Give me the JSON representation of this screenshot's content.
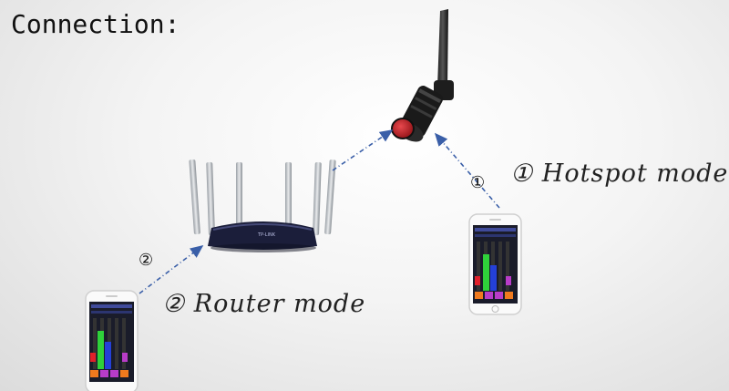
{
  "title": "Connection:",
  "modes": {
    "hotspot": {
      "marker": "①",
      "label": "① Hotspot mode"
    },
    "router": {
      "marker": "②",
      "label": "② Router mode"
    }
  },
  "router_brand": "TP-LINK",
  "colors": {
    "arrow": "#3a5fa8",
    "antenna_cap": "#c0181d",
    "router_body": "#1b1e3a",
    "fader_green": "#2fd13a",
    "fader_blue": "#2440d8",
    "fader_red": "#e0202a",
    "fader_magenta": "#b83cc8",
    "fader_orange": "#f07a1e"
  }
}
